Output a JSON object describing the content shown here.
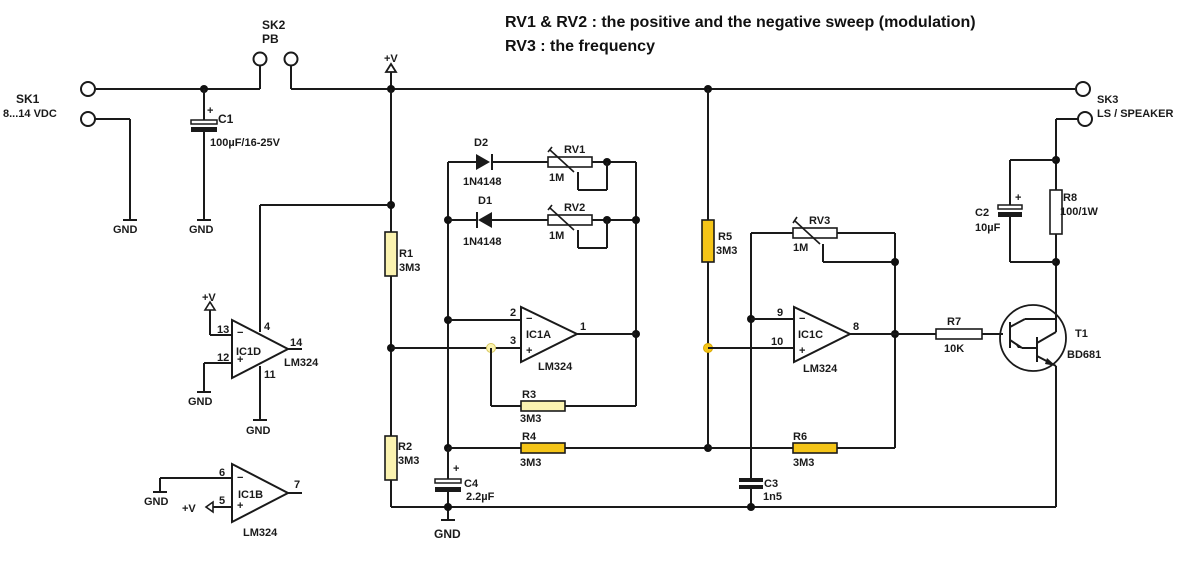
{
  "notes": {
    "line1": "RV1 & RV2 : the positive and the negative sweep (modulation)",
    "line2": "RV3 : the frequency"
  },
  "colors": {
    "wire": "#1a1a1a",
    "resistor_light": "#fbf3b0",
    "resistor_dark": "#f5c518",
    "junction_light": "#fbf3b0",
    "junction_dark": "#f5c518",
    "background": "#ffffff"
  },
  "connectors": {
    "sk1": {
      "ref": "SK1",
      "value": "8...14 VDC"
    },
    "sk2": {
      "ref": "SK2",
      "value": "PB"
    },
    "sk3": {
      "ref": "SK3",
      "value": "LS / SPEAKER"
    }
  },
  "supply": {
    "plus_v": "+V",
    "gnd": "GND"
  },
  "capacitors": {
    "c1": {
      "ref": "C1",
      "value": "100µF/16-25V",
      "polarity": "+"
    },
    "c2": {
      "ref": "C2",
      "value": "10µF",
      "polarity": "+"
    },
    "c3": {
      "ref": "C3",
      "value": "1n5"
    },
    "c4": {
      "ref": "C4",
      "value": "2.2µF",
      "polarity": "+"
    }
  },
  "resistors": {
    "r1": {
      "ref": "R1",
      "value": "3M3"
    },
    "r2": {
      "ref": "R2",
      "value": "3M3"
    },
    "r3": {
      "ref": "R3",
      "value": "3M3"
    },
    "r4": {
      "ref": "R4",
      "value": "3M3"
    },
    "r5": {
      "ref": "R5",
      "value": "3M3"
    },
    "r6": {
      "ref": "R6",
      "value": "3M3"
    },
    "r7": {
      "ref": "R7",
      "value": "10K"
    },
    "r8": {
      "ref": "R8",
      "value": "100/1W"
    }
  },
  "pots": {
    "rv1": {
      "ref": "RV1",
      "value": "1M"
    },
    "rv2": {
      "ref": "RV2",
      "value": "1M"
    },
    "rv3": {
      "ref": "RV3",
      "value": "1M"
    }
  },
  "diodes": {
    "d1": {
      "ref": "D1",
      "value": "1N4148"
    },
    "d2": {
      "ref": "D2",
      "value": "1N4148"
    }
  },
  "transistor": {
    "ref": "T1",
    "value": "BD681"
  },
  "opamps": {
    "ic1a": {
      "ref": "IC1A",
      "part": "LM324",
      "pin_minus": "2",
      "pin_plus": "3",
      "pin_out": "1"
    },
    "ic1b": {
      "ref": "IC1B",
      "part": "LM324",
      "pin_minus": "6",
      "pin_plus": "5",
      "pin_out": "7"
    },
    "ic1c": {
      "ref": "IC1C",
      "part": "LM324",
      "pin_minus": "9",
      "pin_plus": "10",
      "pin_out": "8"
    },
    "ic1d": {
      "ref": "IC1D",
      "part": "LM324",
      "pin_minus": "13",
      "pin_plus": "12",
      "pin_out": "14",
      "pin_vcc": "4",
      "pin_gnd": "11"
    }
  },
  "signs": {
    "minus": "−",
    "plus": "+"
  }
}
